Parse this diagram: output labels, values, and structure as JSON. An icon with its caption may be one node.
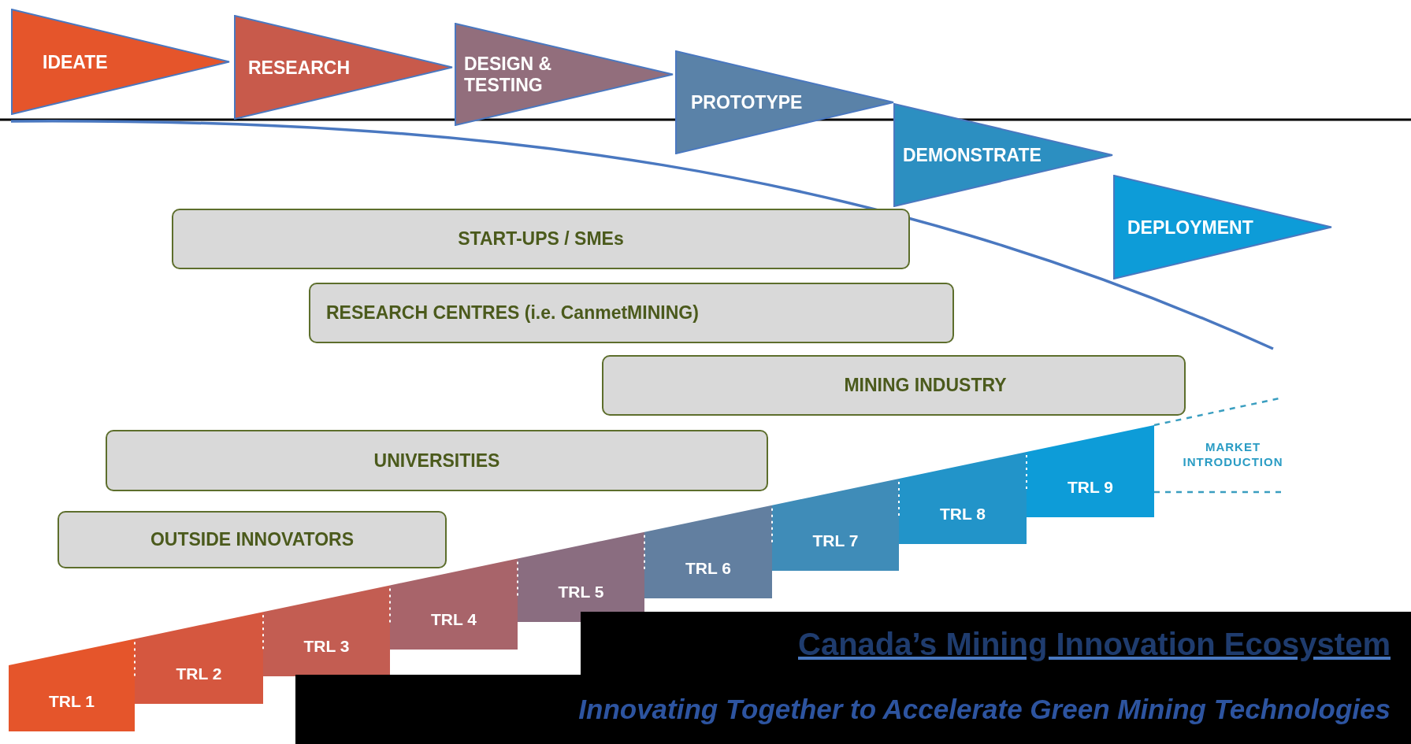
{
  "diagram": {
    "title": "Canada’s Mining Innovation Ecosystem",
    "caption": "Innovating Together to Accelerate Green Mining Technologies",
    "nodes": [
      {
        "text": [
          "IDEATE"
        ]
      },
      {
        "text": [
          "RESEARCH"
        ]
      },
      {
        "text": [
          "DESIGN & TESTING"
        ]
      },
      {
        "text": [
          "PROTOTYPE"
        ]
      },
      {
        "text": [
          "DEMONSTRATE"
        ]
      },
      {
        "text": [
          "DEPLOYMENT"
        ]
      },
      {
        "text": [
          "START-UPS / SMEs"
        ]
      },
      {
        "text": [
          "RESEARCH CENTRES (i.e. CanmetMINING)"
        ]
      },
      {
        "text": [
          "MINING INDUSTRY"
        ]
      },
      {
        "text": [
          "UNIVERSITIES"
        ]
      },
      {
        "text": [
          "OUTSIDE INNOVATORS"
        ]
      },
      {
        "text": [
          "TRL 1"
        ]
      },
      {
        "text": [
          "TRL 2"
        ]
      },
      {
        "text": [
          "TRL 3"
        ]
      },
      {
        "text": [
          "TRL 4"
        ]
      },
      {
        "text": [
          "TRL 5"
        ]
      },
      {
        "text": [
          "TRL 6"
        ]
      },
      {
        "text": [
          "TRL 7"
        ]
      },
      {
        "text": [
          "TRL 8"
        ]
      },
      {
        "text": [
          "TRL 9"
        ]
      }
    ],
    "labels": [
      "MARKET INTRODUCTION"
    ]
  }
}
